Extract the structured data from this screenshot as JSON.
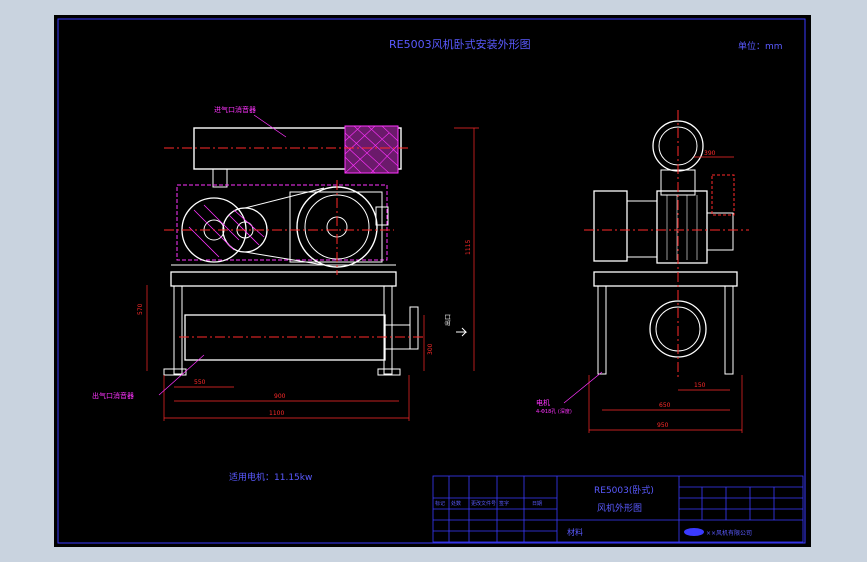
{
  "title": "RE5003风机卧式安装外形图",
  "unit_label": "单位：mm",
  "labels": {
    "inlet_silencer": "进气口消音器",
    "outlet_silencer": "出气口消音器",
    "outlet": "出口",
    "motor": "电机",
    "motor_size": "4-Φ18孔 (深度)",
    "motor_power": "适用电机：11.15kw"
  },
  "dimensions": {
    "front_width": "1100",
    "front_sub": "900",
    "front_left": "550",
    "front_height": "1115",
    "front_base_h": "570",
    "front_outlet_h": "300",
    "side_width": "950",
    "side_sub": "650",
    "side_offset": "150",
    "side_top": "390"
  },
  "title_block": {
    "model": "RE5003(卧式)",
    "name": "风机外形图",
    "material": "材料",
    "company": "××风机有限公司",
    "h_col1": "标记",
    "h_col2": "处数",
    "h_col3": "更改文件号",
    "h_col4": "签字",
    "h_col5": "日期"
  },
  "colors": {
    "background": "#000000",
    "outline": "#ffffff",
    "dimension": "#ff2a2a",
    "hatch": "#ff33ff",
    "frame": "#3a3aff",
    "text": "#5a5aff"
  }
}
